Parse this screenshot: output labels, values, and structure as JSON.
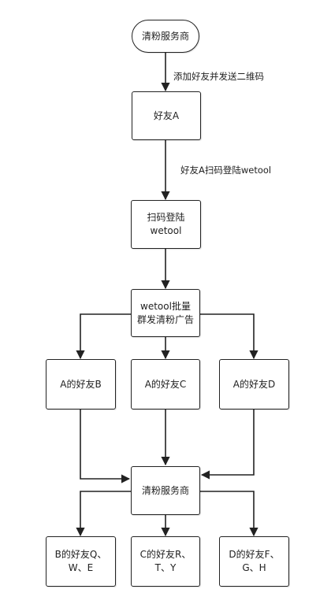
{
  "nodes": {
    "start": "清粉服务商",
    "friend_a": "好友A",
    "scan_login": "扫码登陆\nwetool",
    "batch_send": "wetool批量\n群发清粉广告",
    "friend_b": "A的好友B",
    "friend_c": "A的好友C",
    "friend_d": "A的好友D",
    "service_provider": "清粉服务商",
    "b_friends": "B的好友Q、\nW、E",
    "c_friends": "C的好友R、\nT、Y",
    "d_friends": "D的好友F、\nG、H"
  },
  "edge_labels": {
    "add_friend": "添加好友并发送二维码",
    "scan_wetool": "好友A扫码登陆wetool"
  },
  "colors": {
    "stroke": "#222222",
    "background": "#ffffff"
  }
}
